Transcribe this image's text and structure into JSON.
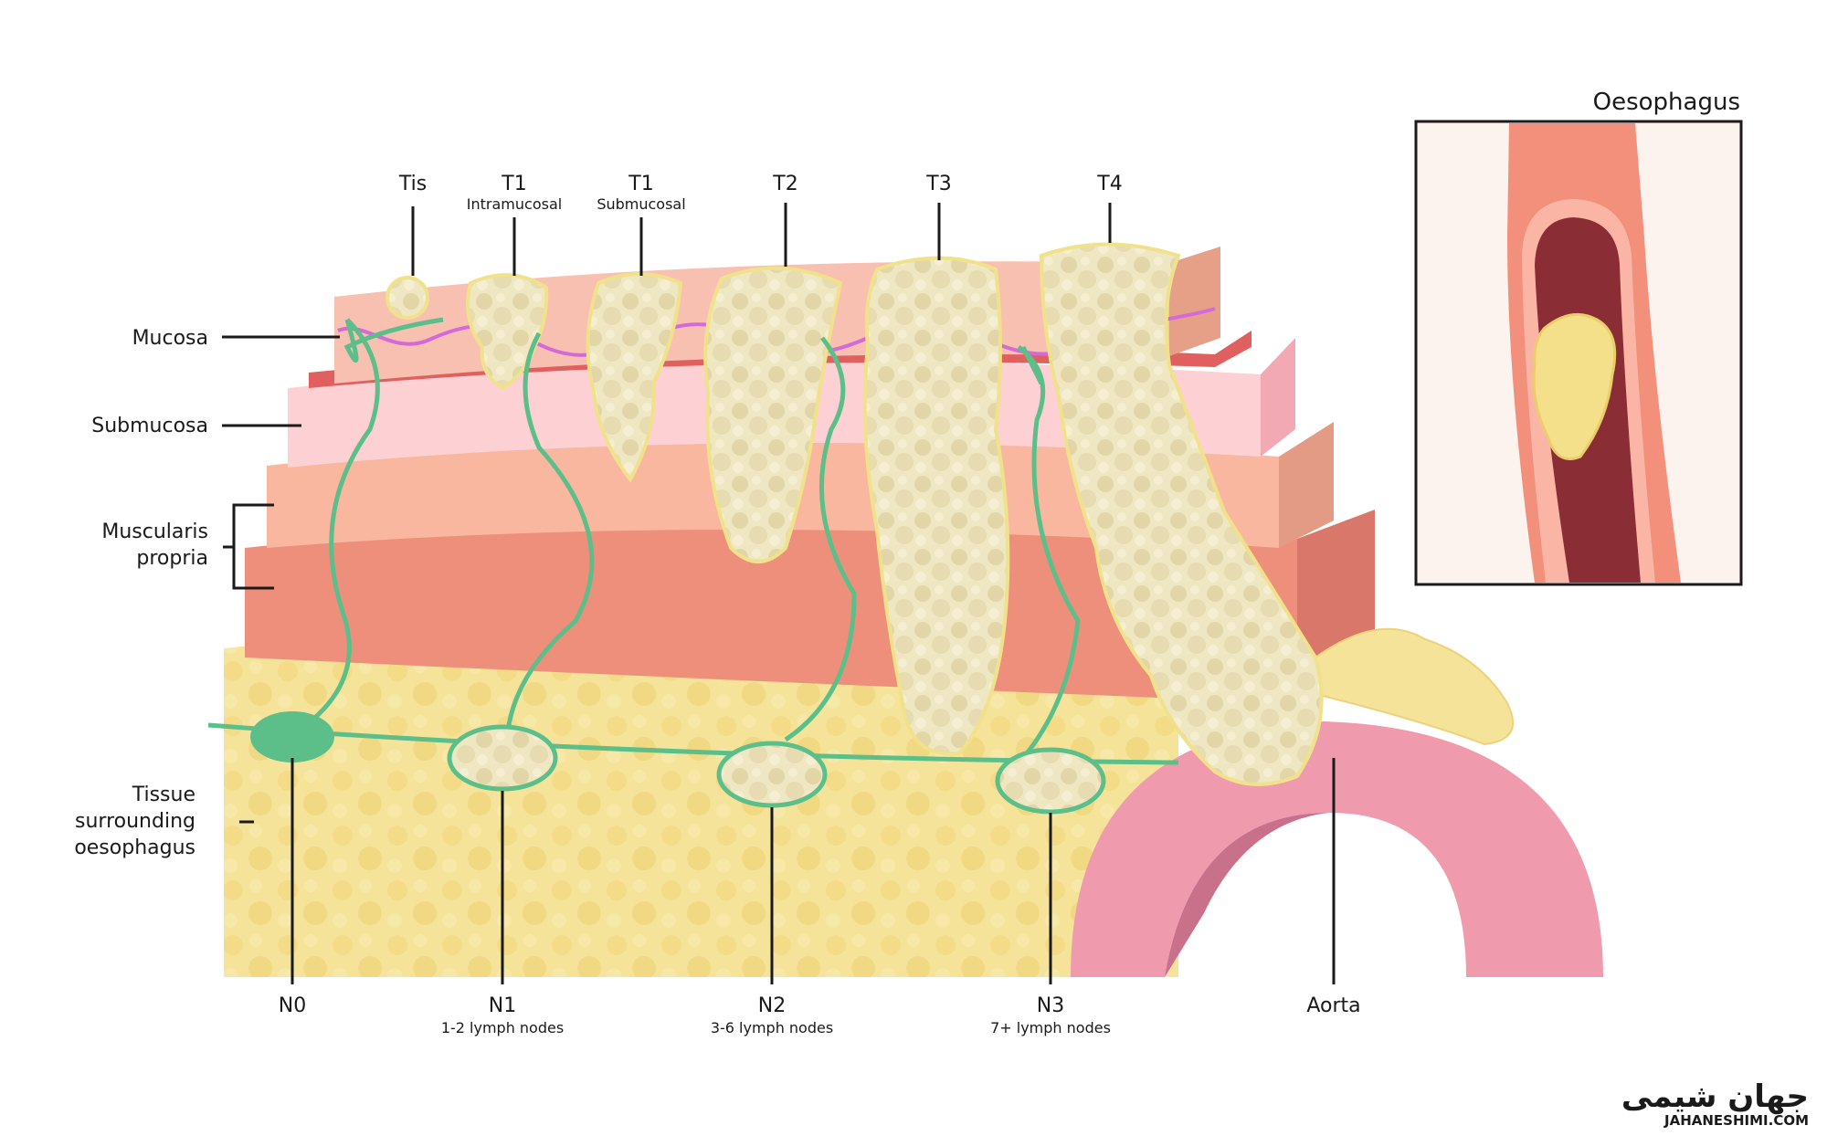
{
  "layers": {
    "mucosa": "Mucosa",
    "submucosa": "Submucosa",
    "muscularis_line1": "Muscularis",
    "muscularis_line2": "propria",
    "tissue_line1": "Tissue",
    "tissue_line2": "surrounding",
    "tissue_line3": "oesophagus"
  },
  "t_stages": [
    {
      "label": "Tis",
      "sub": ""
    },
    {
      "label": "T1",
      "sub": "Intramucosal"
    },
    {
      "label": "T1",
      "sub": "Submucosal"
    },
    {
      "label": "T2",
      "sub": ""
    },
    {
      "label": "T3",
      "sub": ""
    },
    {
      "label": "T4",
      "sub": ""
    }
  ],
  "n_stages": [
    {
      "label": "N0",
      "sub": ""
    },
    {
      "label": "N1",
      "sub": "1-2 lymph nodes"
    },
    {
      "label": "N2",
      "sub": "3-6 lymph nodes"
    },
    {
      "label": "N3",
      "sub": "7+ lymph nodes"
    }
  ],
  "aorta": "Aorta",
  "inset_title": "Oesophagus",
  "watermark": {
    "arabic": "جهان شیمی",
    "latin": "JAHANESHIMI.COM"
  },
  "colors": {
    "mucosa": "#f8c0b0",
    "submucosa": "#fdd0d4",
    "muscle_inner": "#f9b7a0",
    "muscle_outer": "#ee8f7c",
    "fat": "#f6e39a",
    "lymph": "#5cbf8a",
    "tumour": "#efe6c2",
    "aorta": "#f09aae",
    "inset_wall": "#f2907c",
    "inset_lumen": "#8a2d35"
  }
}
